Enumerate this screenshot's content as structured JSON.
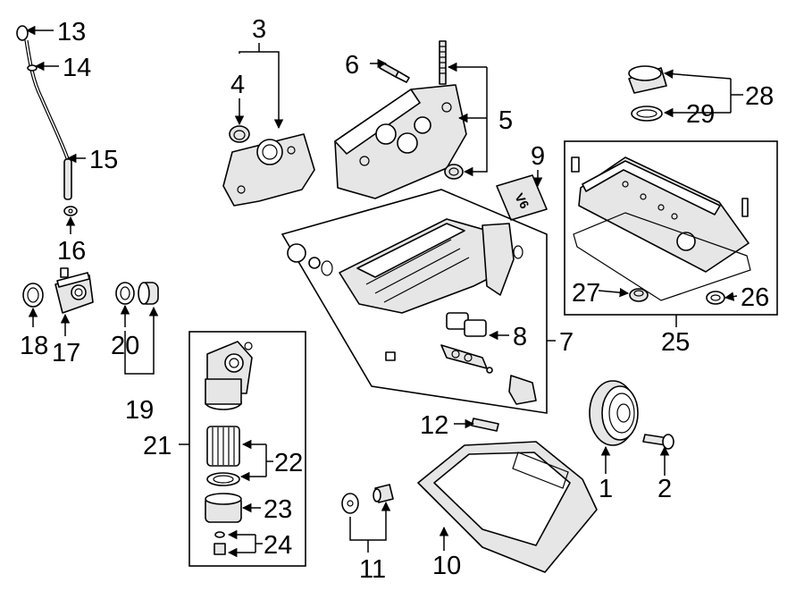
{
  "callouts": [
    "1",
    "2",
    "3",
    "4",
    "5",
    "6",
    "7",
    "8",
    "9",
    "10",
    "11",
    "12",
    "13",
    "14",
    "15",
    "16",
    "17",
    "18",
    "19",
    "20",
    "21",
    "22",
    "23",
    "24",
    "25",
    "26",
    "27",
    "28",
    "29"
  ],
  "badge_text": "V6"
}
